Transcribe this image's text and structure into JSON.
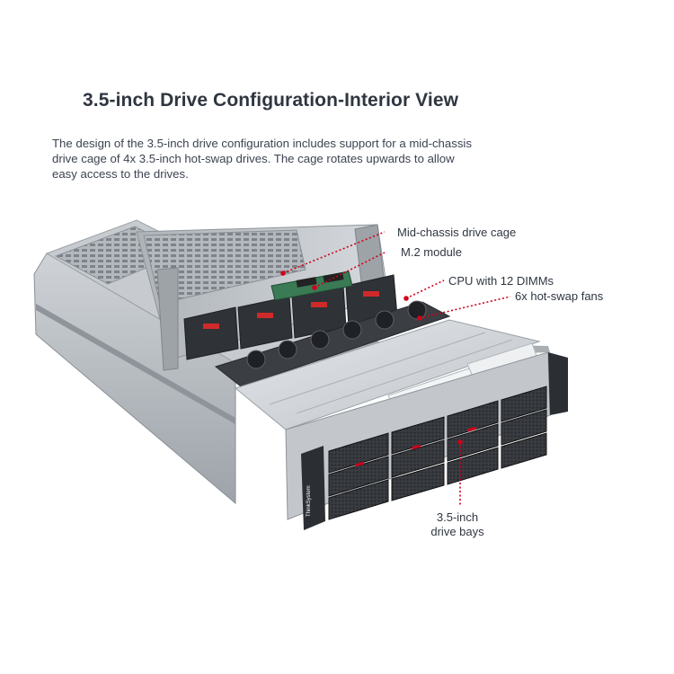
{
  "title": "3.5-inch Drive Configuration-Interior View",
  "description": [
    "The design of the 3.5-inch drive configuration includes support for a mid-chassis",
    "drive cage of 4x 3.5-inch hot-swap drives. The cage rotates upwards to allow",
    "easy access to the drives."
  ],
  "callouts": {
    "mid_chassis_cage": "Mid-chassis drive cage",
    "m2_module": "M.2 module",
    "cpu_dimms": "CPU with 12 DIMMs",
    "fans": "6x hot-swap fans",
    "drive_bays": [
      "3.5-inch",
      "drive bays"
    ]
  },
  "brand_label": "ThinkSystem",
  "colors": {
    "accent": "#d0021b",
    "title": "#2f3640",
    "text": "#3c4350",
    "chassis": "#b9bec3",
    "bezel": "#2b2e33"
  }
}
